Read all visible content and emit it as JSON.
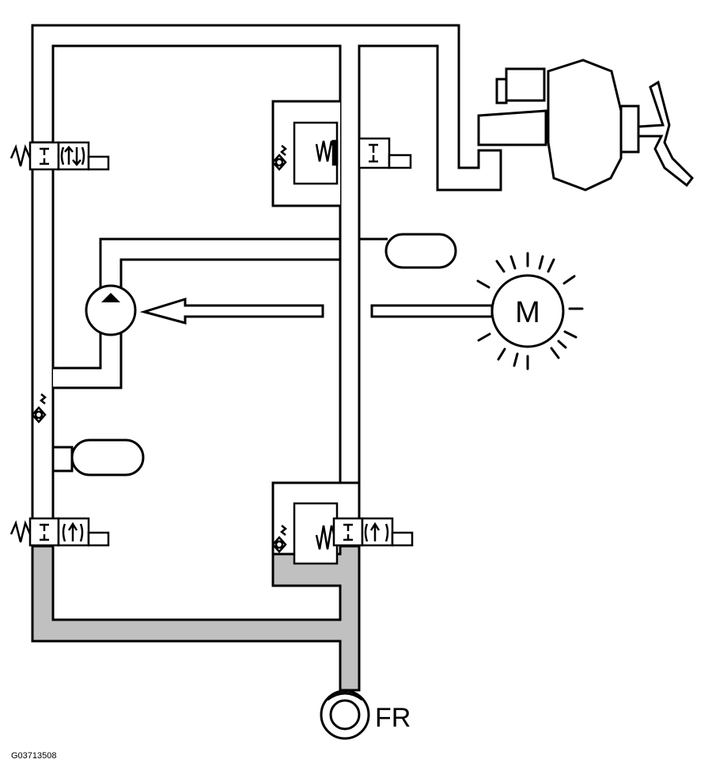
{
  "diagram": {
    "motor_label": "M",
    "wheel_label": "FR",
    "figure_id": "G03713508"
  },
  "colors": {
    "line": "#000000",
    "background": "#ffffff",
    "active_pressure": "#c0c0c0"
  }
}
